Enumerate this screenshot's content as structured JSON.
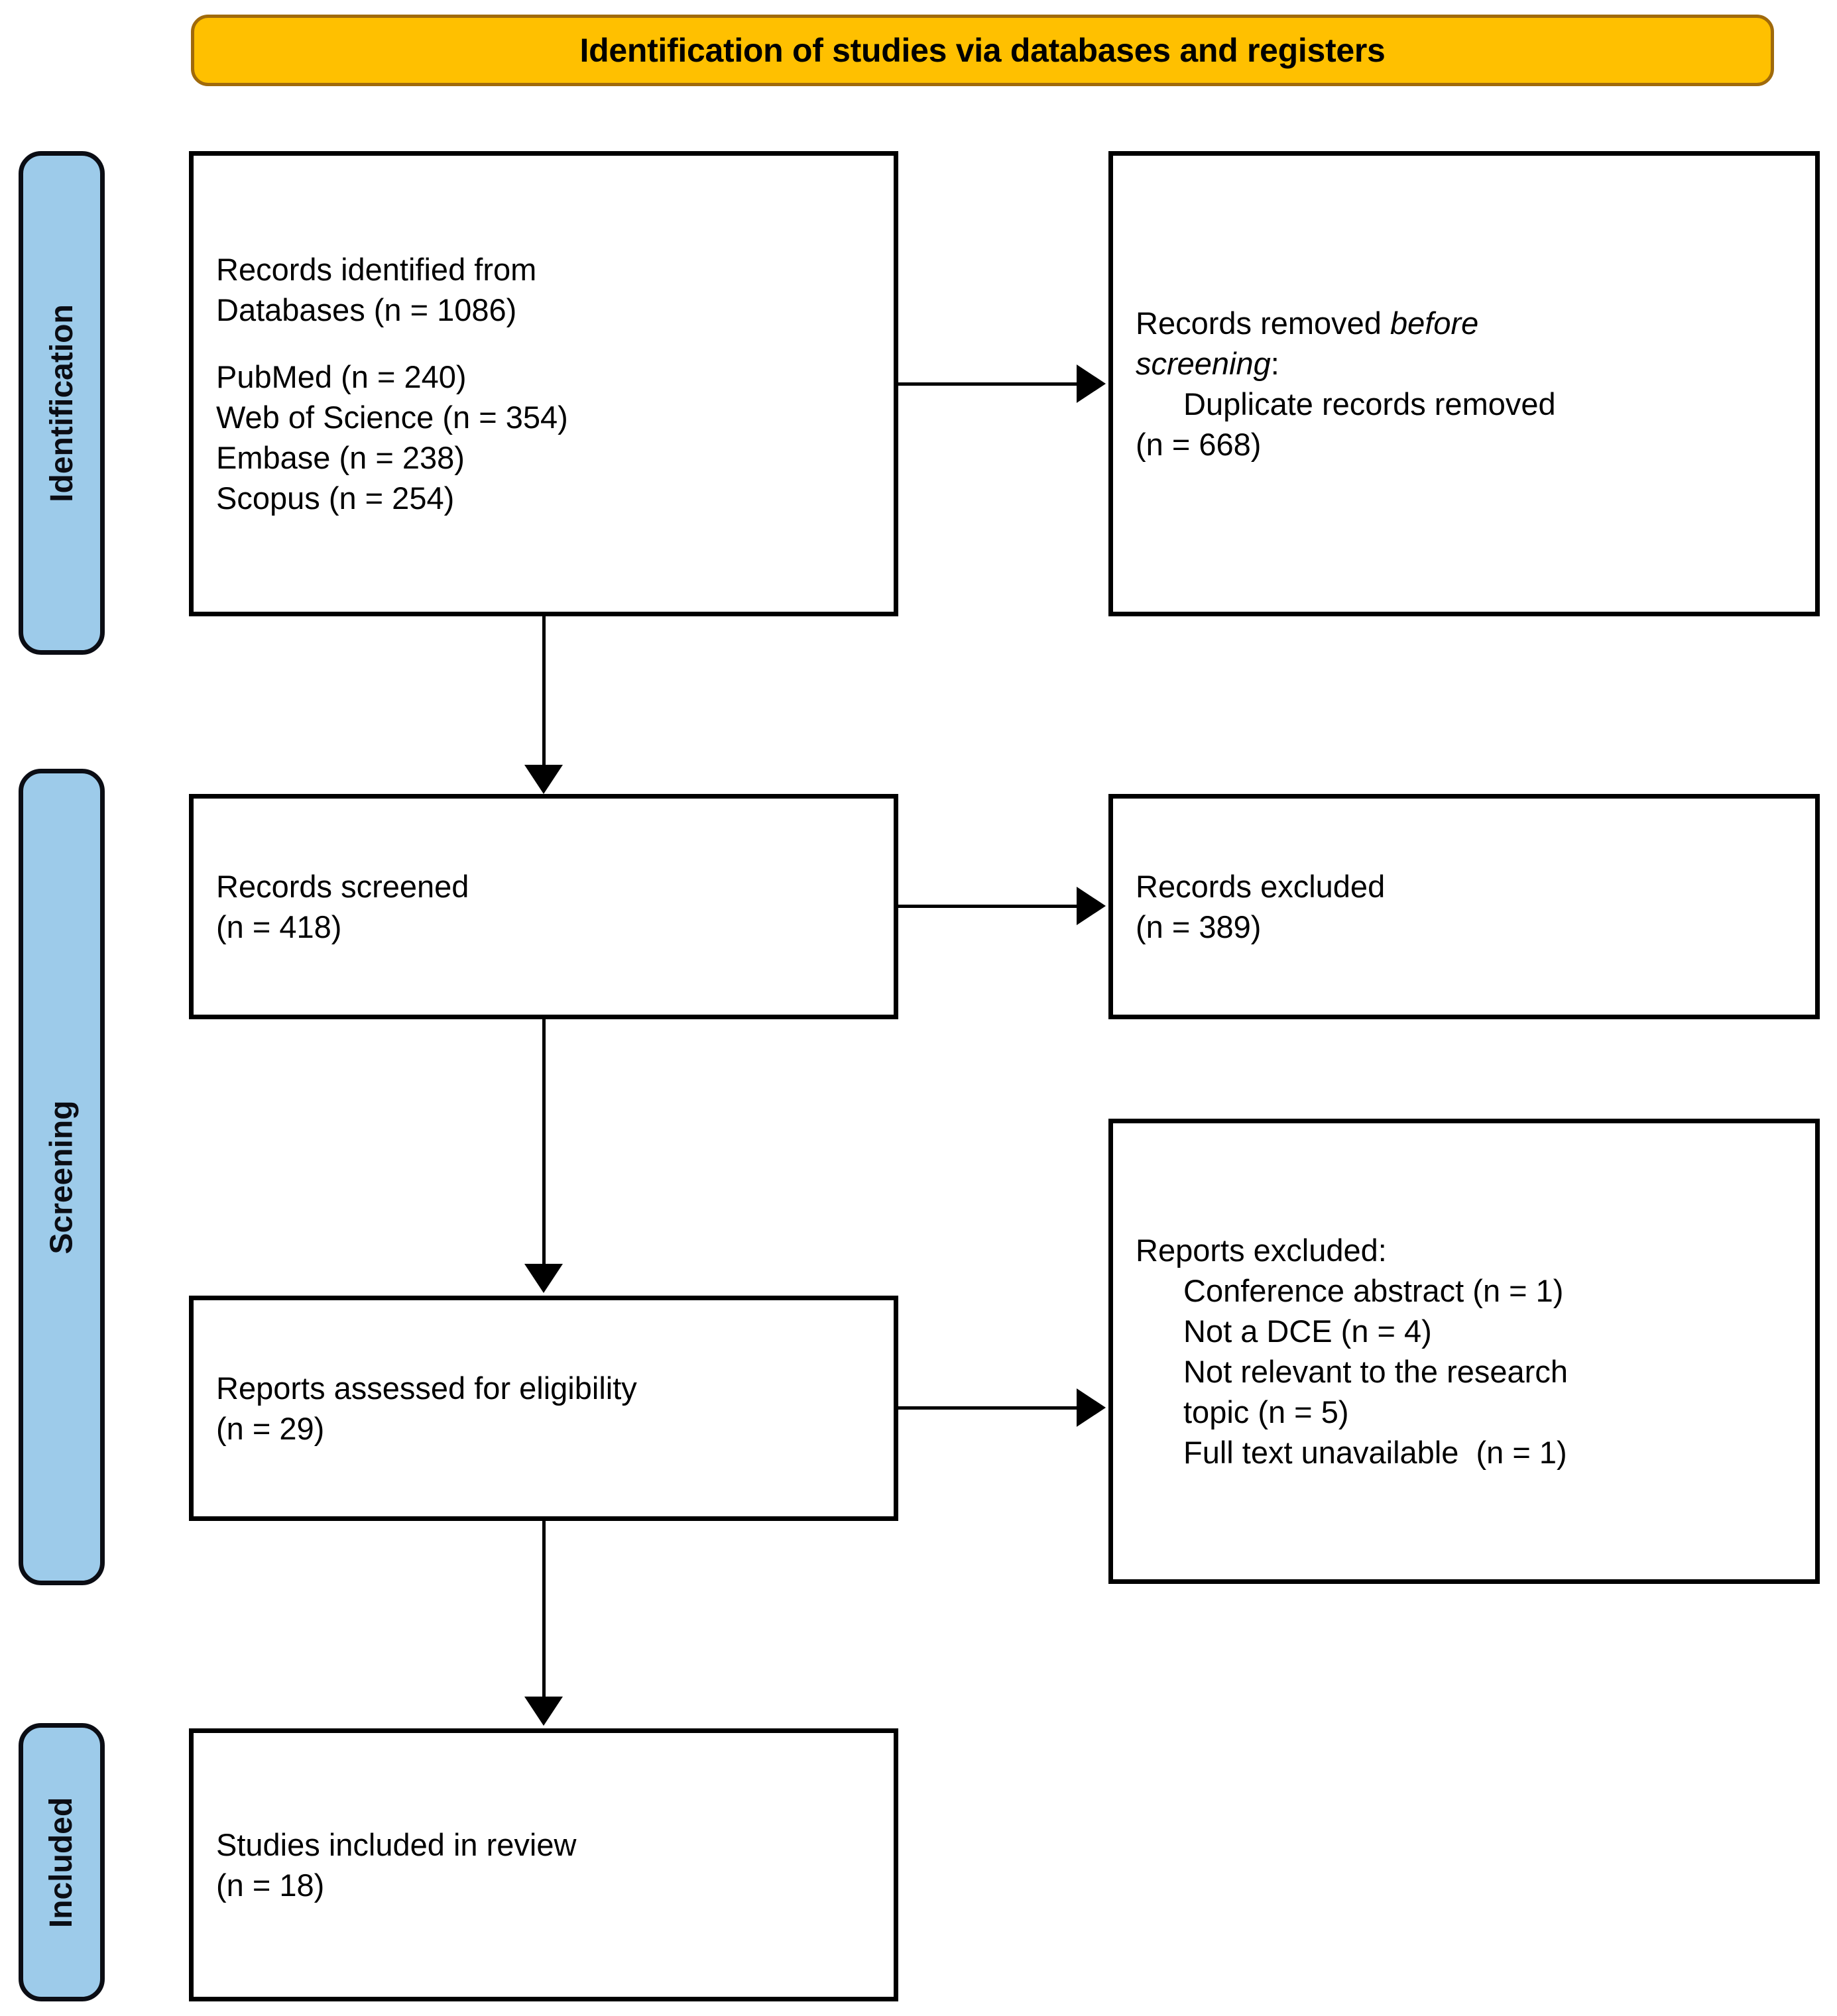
{
  "banner": {
    "title": "Identification of studies via databases and registers",
    "fill_color": "#FFC000",
    "border_color": "#A06A0B"
  },
  "rails": {
    "fill_color": "#9DCBEA",
    "border_color": "#0B0D14",
    "items": [
      {
        "id": "identification",
        "label": "Identification"
      },
      {
        "id": "screening",
        "label": "Screening"
      },
      {
        "id": "included",
        "label": "Included"
      }
    ]
  },
  "boxes": {
    "identified": {
      "lines": [
        "Records identified from",
        "Databases (n = 1086)",
        "",
        "PubMed (n = 240)",
        "Web of Science (n = 354)",
        "Embase (n = 238)",
        "Scopus (n = 254)"
      ]
    },
    "removed": {
      "line1_plain": "Records removed ",
      "line1_italic": "before",
      "line2_italic": "screening",
      "line2_plain": ":",
      "line3": "Duplicate records removed",
      "line4": "(n = 668)"
    },
    "screened": {
      "lines": [
        "Records screened",
        "(n = 418)"
      ]
    },
    "excluded": {
      "lines": [
        "Records excluded",
        "(n = 389)"
      ]
    },
    "eligibility": {
      "lines": [
        "Reports assessed for eligibility",
        "(n = 29)"
      ]
    },
    "reports_excluded": {
      "heading": "Reports excluded:",
      "reasons": [
        "Conference abstract (n = 1)",
        "Not a DCE (n = 4)",
        "Not relevant to the research",
        "topic (n = 5)",
        "Full text unavailable  (n = 1)"
      ]
    },
    "included": {
      "lines": [
        "Studies included in review",
        "(n = 18)"
      ]
    }
  },
  "chart_data": {
    "type": "table",
    "title": "Identification of studies via databases and registers",
    "stages": [
      {
        "stage": "Identification",
        "flow": "Records identified from Databases",
        "n": 1086,
        "sources": [
          {
            "name": "PubMed",
            "n": 240
          },
          {
            "name": "Web of Science",
            "n": 354
          },
          {
            "name": "Embase",
            "n": 238
          },
          {
            "name": "Scopus",
            "n": 254
          }
        ],
        "removed": [
          {
            "reason": "Duplicate records removed",
            "n": 668
          }
        ]
      },
      {
        "stage": "Screening",
        "flow": "Records screened",
        "n": 418,
        "removed": [
          {
            "reason": "Records excluded",
            "n": 389
          }
        ]
      },
      {
        "stage": "Screening",
        "flow": "Reports assessed for eligibility",
        "n": 29,
        "removed": [
          {
            "reason": "Conference abstract",
            "n": 1
          },
          {
            "reason": "Not a DCE",
            "n": 4
          },
          {
            "reason": "Not relevant to the research topic",
            "n": 5
          },
          {
            "reason": "Full text unavailable",
            "n": 1
          }
        ]
      },
      {
        "stage": "Included",
        "flow": "Studies included in review",
        "n": 18,
        "removed": []
      }
    ]
  }
}
